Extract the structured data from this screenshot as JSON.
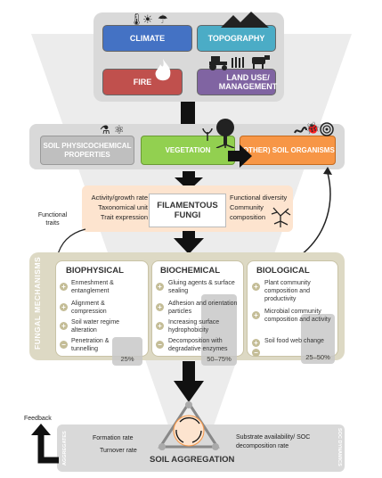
{
  "drivers": {
    "climate": "CLIMATE",
    "topography": "TOPOGRAPHY",
    "fire": "FIRE",
    "land_use": "LAND USE/ MANAGEMENT"
  },
  "factors": {
    "soil_properties": "SOIL PHYSICOCHEMICAL PROPERTIES",
    "vegetation": "VEGETATION",
    "soil_organisms": "(OTHER) SOIL ORGANISMS"
  },
  "fungi": {
    "title": "FILAMENTOUS FUNGI",
    "left_traits": [
      "Activity/growth rate",
      "Taxonomical unit",
      "Trait expression"
    ],
    "right_traits": [
      "Functional diversity",
      "Community",
      "composition"
    ],
    "side_label": "Functional traits"
  },
  "mechanisms": {
    "section_label": "FUNGAL MECHANISMS",
    "biophysical": {
      "title": "BIOPHYSICAL",
      "items": [
        {
          "sign": "+",
          "text": "Enmeshment & entanglement"
        },
        {
          "sign": "+",
          "text": "Alignment & compression"
        },
        {
          "sign": "+",
          "text": "Soil water regime alteration"
        },
        {
          "sign": "−",
          "text": "Penetration & tunnelling"
        }
      ],
      "percent": "25%"
    },
    "biochemical": {
      "title": "BIOCHEMICAL",
      "items": [
        {
          "sign": "+",
          "text": "Gluing agents & surface sealing"
        },
        {
          "sign": "+",
          "text": "Adhesion and orientation particles"
        },
        {
          "sign": "+",
          "text": "Increasing surface hydrophobicity"
        },
        {
          "sign": "−",
          "text": "Decomposition with degradative enzymes"
        }
      ],
      "percent": "50–75%"
    },
    "biological": {
      "title": "BIOLOGICAL",
      "items": [
        {
          "sign": "+",
          "text": "Plant community composition and productivity"
        },
        {
          "sign": "+",
          "text": "Microbial community composition and activity"
        },
        {
          "sign": "+",
          "text": "Soil food web change"
        },
        {
          "sign": "−",
          "text": ""
        }
      ],
      "percent": "25–50%"
    }
  },
  "aggregation": {
    "feedback": "Feedback",
    "formation": "Formation rate",
    "turnover": "Turnover rate",
    "substrate": "Substrate availability/ SOC decomposition rate",
    "title": "SOIL AGGREGATION",
    "left_vertical": "AGGREGATES",
    "right_vertical": "SOC DYNAMICS"
  },
  "icons": [
    "thermometer-icon",
    "sun-icon",
    "cloud-rain-icon",
    "mountain-icon",
    "fire-icon",
    "tractor-icon",
    "cow-icon",
    "crop-icon",
    "flask-icon",
    "atom-icon",
    "tree-icon",
    "seedling-icon",
    "worm-icon",
    "beetle-icon",
    "snail-icon",
    "mycelium-icon",
    "triangle-cycle-icon"
  ],
  "colors": {
    "climate": "#4472c4",
    "topography": "#4bacc6",
    "fire": "#c0504d",
    "land_use": "#8064a2",
    "vegetation": "#92d050",
    "organisms": "#f79646",
    "fungi_panel": "#fde4cf",
    "mechanism_panel": "#ddd9c4"
  }
}
